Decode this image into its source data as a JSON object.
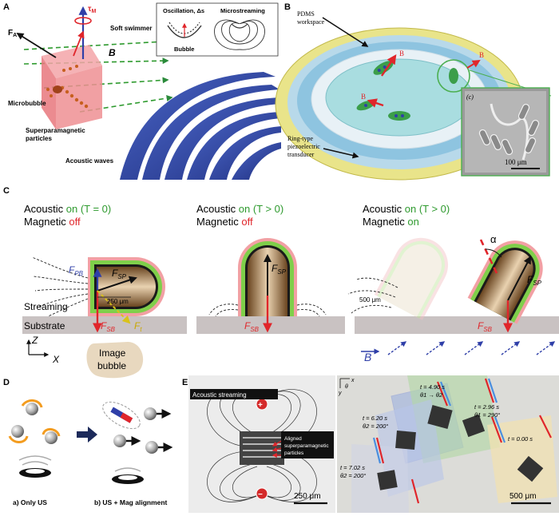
{
  "panelA": {
    "letter": "A",
    "fa": "F",
    "fa_sub": "A",
    "tau": "τ",
    "tau_sub": "M",
    "soft_swimmer": "Soft swimmer",
    "b_field": "B",
    "inset_oscillation": "Oscillation, Δs",
    "inset_microstreaming": "Microstreaming",
    "inset_bubble": "Bubble",
    "microbubble": "Microbubble",
    "superparamagnetic": "Superparamagnetic",
    "particles": "particles",
    "acoustic_waves": "Acoustic waves"
  },
  "panelB": {
    "letter": "B",
    "pdms1": "PDMS",
    "pdms2": "workspace",
    "b1": "B",
    "b2": "B",
    "b3": "B",
    "inset_c": "(c)",
    "scale": "100 μm",
    "ring1": "Ring-type",
    "ring2": "piezoelectric",
    "ring3": "transducer"
  },
  "panelC": {
    "letter": "C",
    "acoustic": "Acoustic ",
    "on": "on",
    "t0": " (T = 0)",
    "tgt0": " (T > 0)",
    "magnetic": "Magnetic ",
    "off": "off",
    "mag_on": "on",
    "fpb": "F",
    "fpb_sub": "PB",
    "fsp": "F",
    "fsp_sub": "SP",
    "fsb": "F",
    "fsb_sub": "SB",
    "ft": "F",
    "ft_sub": "t",
    "size250": "250 μm",
    "size500": "500 μm",
    "streaming": "Streaming",
    "substrate": "Substrate",
    "z": "Z",
    "x": "X",
    "image1": "Image",
    "image2": "bubble",
    "alpha": "α",
    "b_vec": "B"
  },
  "panelD": {
    "letter": "D",
    "a": "a) Only US",
    "b": "b) US + Mag alignment"
  },
  "panelE": {
    "letter": "E",
    "acoustic_streaming": "Acoustic streaming",
    "plus": "+",
    "minus": "−",
    "aligned1": "Aligned",
    "aligned2": "superparamagnetic",
    "aligned3": "particles",
    "scale250": "250 μm",
    "t1": "t = 4.90 s",
    "th1": "θ1 → θ2",
    "t2": "t = 2.96 s",
    "th2": "θ1 = 290°",
    "t3": "t = 6.20 s",
    "th3": "θ2 = 200°",
    "t4": "t = 0.00 s",
    "t5": "t = 7.02 s",
    "th5": "θ2 = 200°",
    "scale500": "500 μm",
    "axis_x": "x",
    "axis_y": "y",
    "axis_theta": "θ"
  },
  "colors": {
    "red": "#e0262b",
    "green": "#2e9a2e",
    "blue": "#2f3fa8",
    "brown": "#8a5a2b"
  }
}
